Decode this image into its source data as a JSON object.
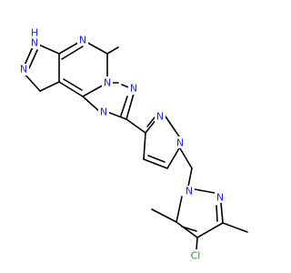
{
  "molecule": {
    "colors": {
      "bond": "#000000",
      "N": "#1f1fff",
      "Cl": "#1e9a1e"
    },
    "atoms": [
      {
        "id": "n_h_pyrazole",
        "label": "N",
        "element": "N"
      },
      {
        "id": "nh_hydrogen",
        "label": "H",
        "element": "N"
      },
      {
        "id": "n_pyrazole_2",
        "label": "N",
        "element": "N"
      },
      {
        "id": "n_pyrimidine_1",
        "label": "N",
        "element": "N"
      },
      {
        "id": "n_triazole_bridge",
        "label": "N",
        "element": "N"
      },
      {
        "id": "n_triazole_2",
        "label": "N",
        "element": "N"
      },
      {
        "id": "n_triazole_4",
        "label": "N",
        "element": "N"
      },
      {
        "id": "n_pyrazole_b_2",
        "label": "N",
        "element": "N"
      },
      {
        "id": "n_pyrazole_b_1",
        "label": "N",
        "element": "N"
      },
      {
        "id": "n_pyrazole_c_1",
        "label": "N",
        "element": "N"
      },
      {
        "id": "n_pyrazole_c_2",
        "label": "N",
        "element": "N"
      },
      {
        "id": "chlorine",
        "label": "Cl",
        "element": "Cl"
      }
    ]
  }
}
